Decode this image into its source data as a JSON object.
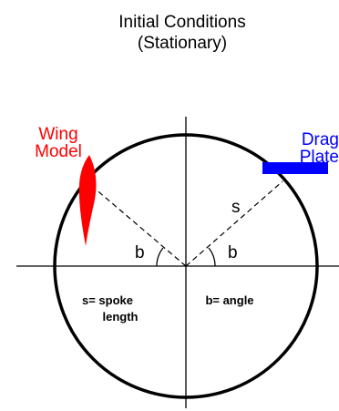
{
  "title": {
    "line1": "Initial Conditions",
    "line2": "(Stationary)"
  },
  "wing_model": {
    "line1": "Wing",
    "line2": "Model",
    "color": "#ff0000"
  },
  "drag_plate": {
    "line1": "Drag",
    "line2": "Plate",
    "color": "#0000ff"
  },
  "labels": {
    "spoke_symbol": "s",
    "angle_left": "b",
    "angle_right": "b"
  },
  "legend": {
    "spoke_line1": "s= spoke",
    "spoke_line2": "length",
    "angle": "b= angle"
  }
}
